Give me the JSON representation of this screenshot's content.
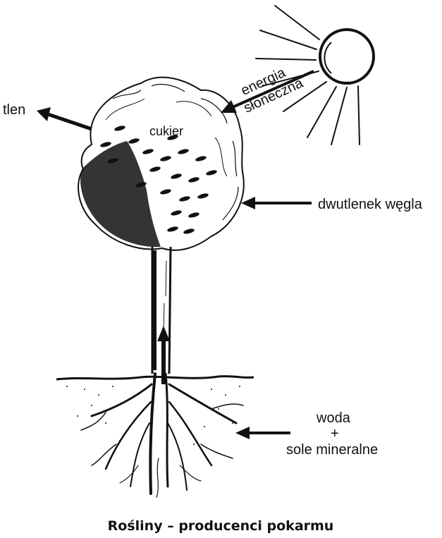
{
  "labels": {
    "oxygen": "tlen",
    "sugar": "cukier",
    "solar_energy_line1": "energia",
    "solar_energy_line2": "słoneczna",
    "co2": "dwutlenek węgla",
    "water": "woda",
    "plus": "+",
    "minerals": "sole mineralne"
  },
  "caption": "Rośliny – producenci pokarmu",
  "colors": {
    "ink": "#111111",
    "background": "#ffffff"
  }
}
